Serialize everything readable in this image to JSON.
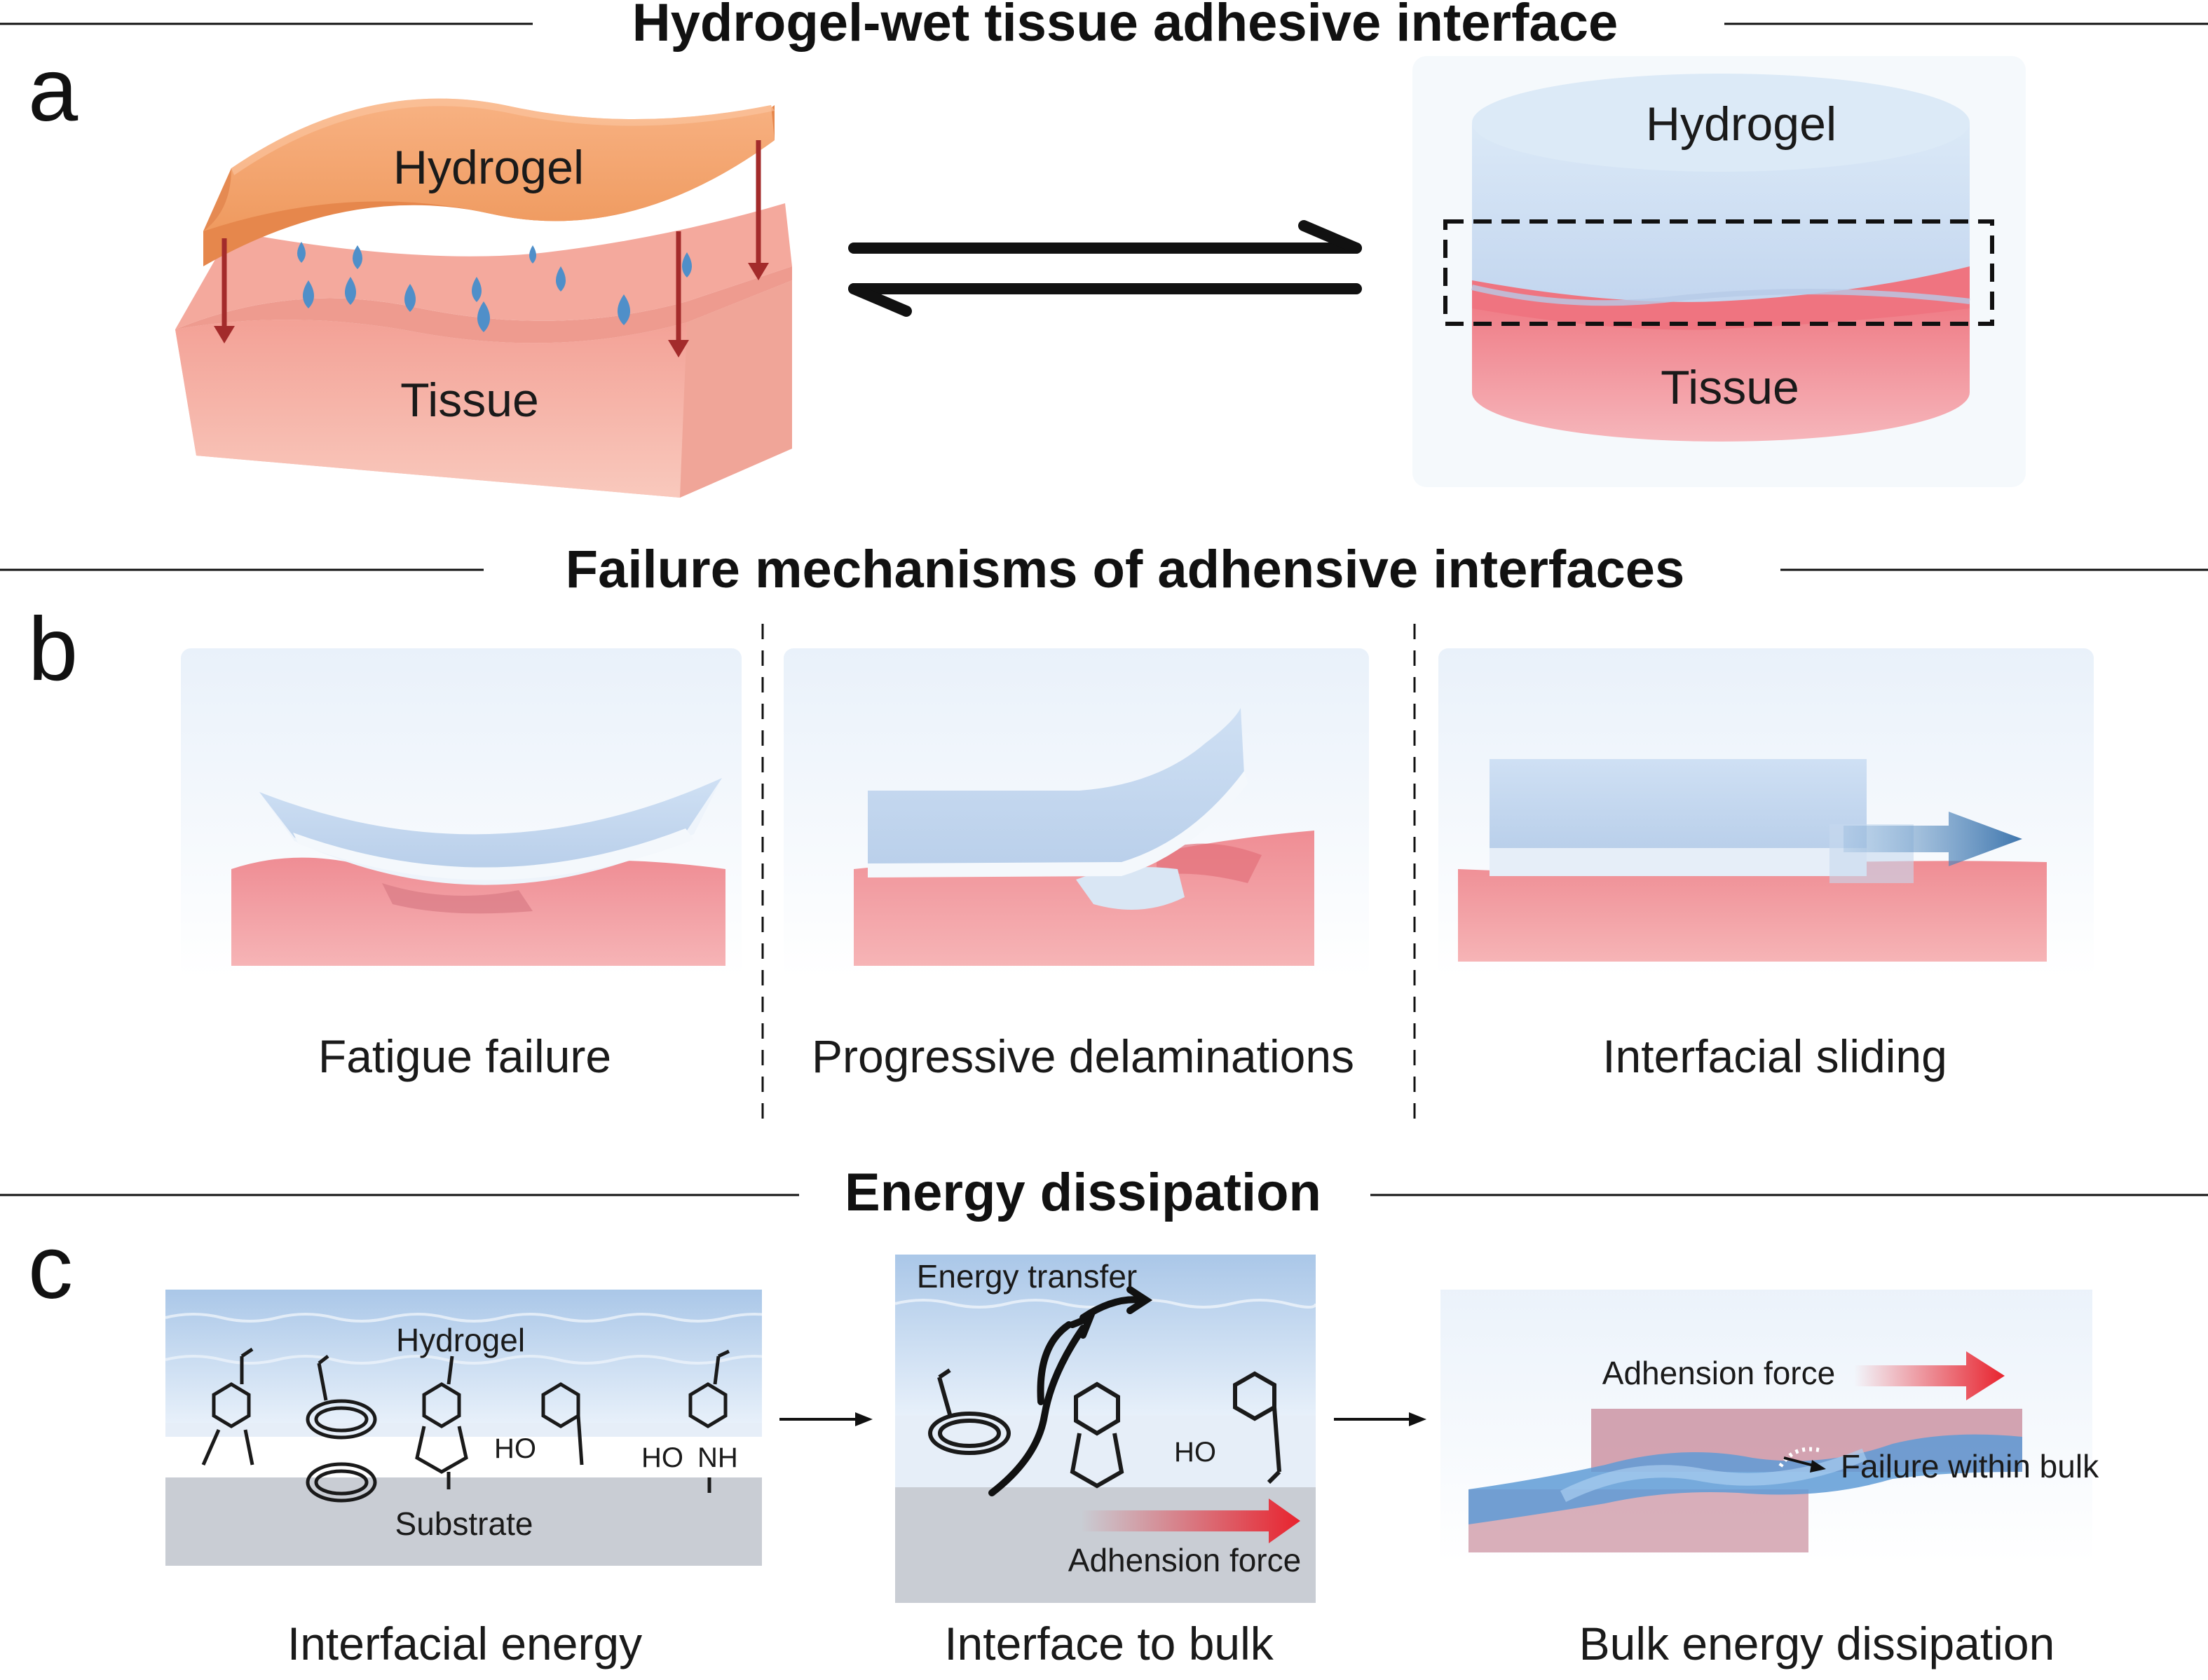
{
  "colors": {
    "hydrogel_orange": "#f4a46d",
    "tissue_pink": "#f6b7aa",
    "water_drop": "#4f8fc9",
    "force_arrow": "#a32b2b",
    "hydrogel_blue": "#c9dcf2",
    "tissue_red": "#ec8a90",
    "adhesion_arrow": "#e8232e",
    "substrate_gray": "#c9cdd4"
  },
  "panel_a": {
    "title": "Hydrogel-wet tissue adhesive interface",
    "letter": "a",
    "left_hydrogel_label": "Hydrogel",
    "left_tissue_label": "Tissue",
    "right_hydrogel_label": "Hydrogel",
    "right_tissue_label": "Tissue",
    "arrow_icon": "equilibrium-arrows-icon"
  },
  "panel_b": {
    "title": "Failure mechanisms of adhensive interfaces",
    "letter": "b",
    "captions": [
      "Fatigue failure",
      "Progressive delaminations",
      "Interfacial sliding"
    ]
  },
  "panel_c": {
    "title": "Energy dissipation",
    "letter": "c",
    "box1": {
      "hydrogel_label": "Hydrogel",
      "substrate_label": "Substrate",
      "chem_ho_1": "HO",
      "chem_ho_2": "HO",
      "chem_nh": "NH"
    },
    "box2": {
      "energy_transfer_label": "Energy transfer",
      "adhesion_label": "Adhension force",
      "chem_ho": "HO"
    },
    "box3": {
      "adhesion_label": "Adhension force",
      "failure_label": "Failure within bulk"
    },
    "captions": [
      "Interfacial energy",
      "Interface to bulk",
      "Bulk energy dissipation"
    ]
  }
}
